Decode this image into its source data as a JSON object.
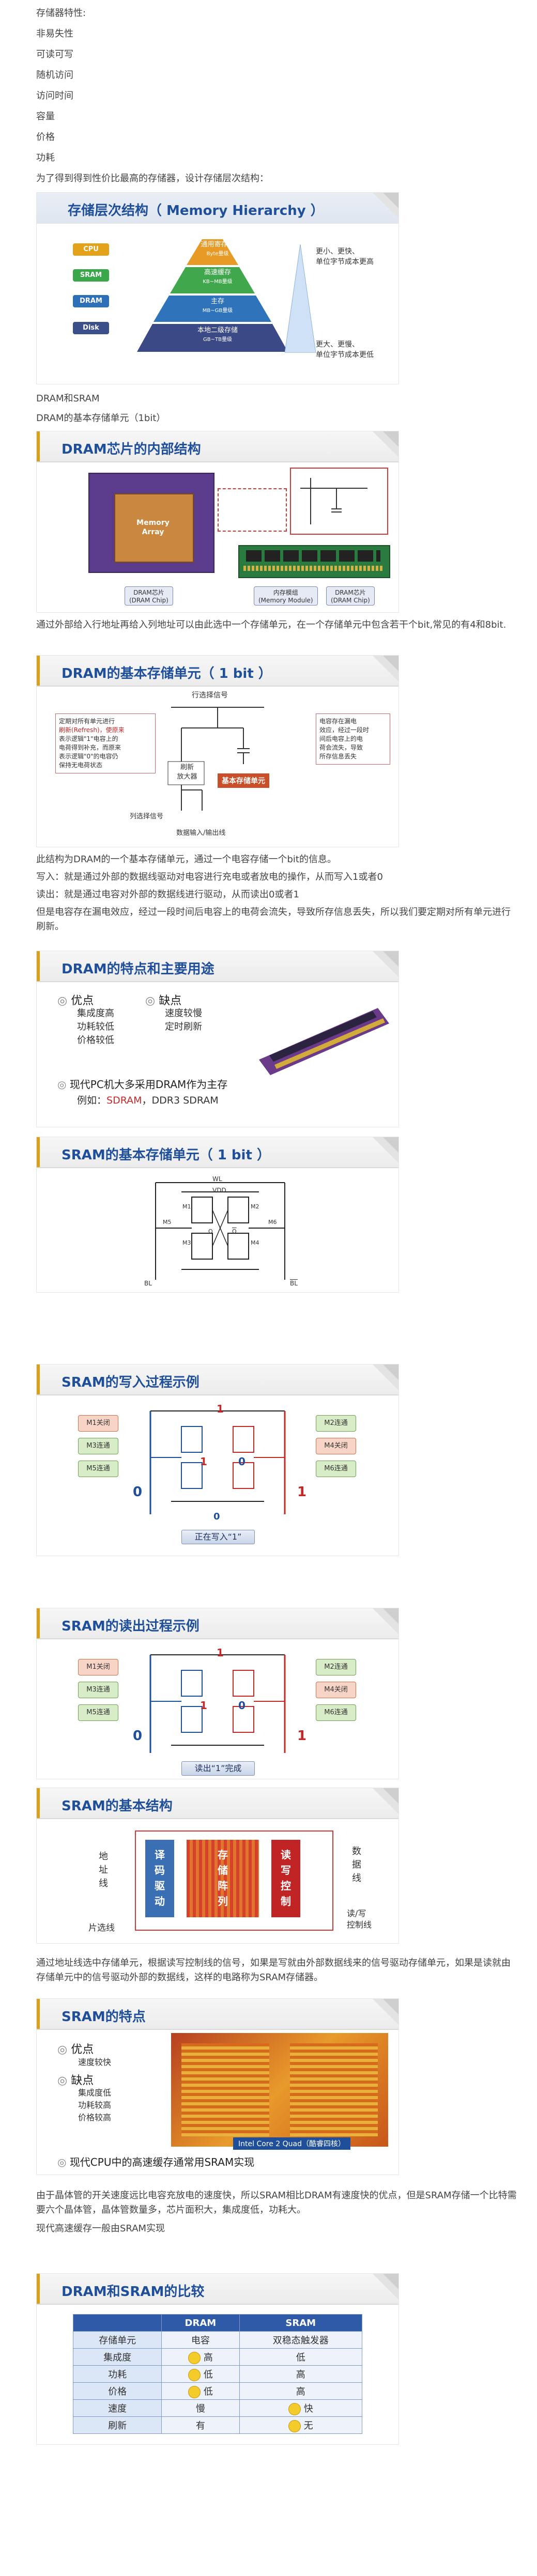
{
  "intro": {
    "lines": [
      "存储器特性:",
      "非易失性",
      "可读可写",
      "随机访问",
      "访问时间",
      "容量",
      "价格",
      "功耗",
      "为了得到得到性价比最高的存储器，设计存储层次结构："
    ]
  },
  "slide_hierarchy": {
    "title": "存储层次结构（ Memory Hierarchy ）",
    "chips": [
      "CPU",
      "SRAM",
      "DRAM",
      "Disk"
    ],
    "levels": [
      {
        "name": "通用寄存器",
        "unit": "Byte量级"
      },
      {
        "name": "高速缓存",
        "unit": "KB~MB量级"
      },
      {
        "name": "主存",
        "unit": "MB~GB量级"
      },
      {
        "name": "本地二级存储",
        "unit": "GB~TB量级"
      }
    ],
    "top_note": [
      "更小、更快、",
      "单位字节成本更高"
    ],
    "bottom_note": [
      "更大、更慢、",
      "单位字节成本更低"
    ]
  },
  "text_after_hierarchy": [
    "DRAM和SRAM",
    "DRAM的基本存储单元（1bit）"
  ],
  "slide_dram_internal": {
    "title": "DRAM芯片的内部结构",
    "array_label": [
      "Memory",
      "Array"
    ],
    "labels": [
      "DRAM芯片\n(DRAM Chip)",
      "内存模组\n(Memory Module)",
      "DRAM芯片\n(DRAM Chip)"
    ]
  },
  "para_dram_structure": "通过外部给入行地址再给入列地址可以由此选中一个存储单元，在一个存储单元中包含若干个bit,常见的有4和8bit.",
  "slide_dram_cell": {
    "title": "DRAM的基本存储单元（ 1 bit ）",
    "row_signal": "行选择信号",
    "col_signal": "列选择信号",
    "io": "数据输入/输出线",
    "refresh_amp": [
      "刷新",
      "放大器"
    ],
    "cell_tag": "基本存储单元",
    "left_note": [
      "定期对所有单元进行",
      "刷新(Refresh)，使原来",
      "表示逻辑\"1\"电容上的",
      "电荷得到补充，而原来",
      "表示逻辑\"0\"的电容仍",
      "保持无电荷状态"
    ],
    "right_note": [
      "电容存在漏电",
      "效应，经过一段时",
      "间后电容上的电",
      "荷会流失，导致",
      "所存信息丢失"
    ]
  },
  "para_dram_cell": [
    "此结构为DRAM的一个基本存储单元，通过一个电容存储一个bit的信息。",
    "写入：就是通过外部的数据线驱动对电容进行充电或者放电的操作，从而写入1或者0",
    "读出：就是通过电容对外部的数据线进行驱动，从而读出0或者1",
    "但是电容存在漏电效应，经过一段时间后电容上的电荷会流失，导致所存信息丢失，所以我们要定期对所有单元进行刷新。"
  ],
  "slide_dram_use": {
    "title": "DRAM的特点和主要用途",
    "pros_title": "优点",
    "pros": [
      "集成度高",
      "功耗较低",
      "价格较低"
    ],
    "cons_title": "缺点",
    "cons": [
      "速度较慢",
      "定时刷新"
    ],
    "main_line": "现代PC机大多采用DRAM作为主存",
    "example_prefix": "例如：",
    "examples": [
      "SDRAM",
      "DDR3 SDRAM"
    ],
    "example_sep": "，"
  },
  "slide_sram_cell": {
    "title": "SRAM的基本存储单元（ 1 bit ）",
    "labels": {
      "wl": "WL",
      "vdd": "VDD",
      "bl": "BL",
      "blb": "BL",
      "m": [
        "M1",
        "M2",
        "M3",
        "M4",
        "M5",
        "M6"
      ],
      "q": "Q",
      "qb": "Q"
    }
  },
  "slide_sram_write": {
    "title": "SRAM的写入过程示例",
    "controls_left": [
      "M1关闭",
      "M3连通",
      "M5连通"
    ],
    "controls_right": [
      "M2连通",
      "M4关闭",
      "M6连通"
    ],
    "bits": {
      "wl": "1",
      "left": "0",
      "right": "1",
      "q": "1",
      "qb": "0",
      "bottom": "0"
    },
    "status": "正在写入“1”"
  },
  "slide_sram_read": {
    "title": "SRAM的读出过程示例",
    "controls_left": [
      "M1关闭",
      "M3连通",
      "M5连通"
    ],
    "controls_right": [
      "M2连通",
      "M4关闭",
      "M6连通"
    ],
    "bits": {
      "wl": "1",
      "left": "0",
      "right": "1",
      "q": "1",
      "qb": "0"
    },
    "status": "读出“1”完成"
  },
  "slide_sram_struct": {
    "title": "SRAM的基本结构",
    "addr": [
      "地",
      "址",
      "线"
    ],
    "decoder": [
      "译",
      "码",
      "驱",
      "动"
    ],
    "array": [
      "存",
      "储",
      "阵",
      "列"
    ],
    "rw": [
      "读",
      "写",
      "控",
      "制"
    ],
    "data": [
      "数",
      "据",
      "线"
    ],
    "cs": "片选线",
    "rwc": [
      "读/写",
      "控制线"
    ]
  },
  "para_sram_struct": "通过地址线选中存储单元，根据读写控制线的信号，如果是写就由外部数据线来的信号驱动存储单元，如果是读就由存储单元中的信号驱动外部的数据线，这样的电路称为SRAM存储器。",
  "slide_sram_feat": {
    "title": "SRAM的特点",
    "pros_title": "优点",
    "pros": [
      "速度较快"
    ],
    "cons_title": "缺点",
    "cons": [
      "集成度低",
      "功耗较高",
      "价格较高"
    ],
    "cpu_caption": "Intel Core 2 Quad（酷睿四核）",
    "main_line": "现代CPU中的高速缓存通常用SRAM实现"
  },
  "para_sram_feat": [
    "由于晶体管的开关速度远比电容充放电的速度快，所以SRAM相比DRAM有速度快的优点，但是SRAM存储一个比特需要六个晶体管，晶体管数量多，芯片面积大，集成度低，功耗大。",
    "现代高速缓存一般由SRAM实现"
  ],
  "slide_compare": {
    "title": "DRAM和SRAM的比较",
    "headers": [
      "",
      "DRAM",
      "SRAM"
    ],
    "rows": [
      [
        "存储单元",
        "电容",
        "双稳态触发器"
      ],
      [
        "集成度",
        "高",
        "低"
      ],
      [
        "功耗",
        "低",
        "高"
      ],
      [
        "价格",
        "低",
        "高"
      ],
      [
        "速度",
        "慢",
        "快"
      ],
      [
        "刷新",
        "有",
        "无"
      ]
    ],
    "dram_smile_rows": [
      1,
      2,
      3
    ],
    "sram_smile_rows": [
      4,
      5
    ]
  },
  "colors": {
    "title": "#1f4f9a",
    "accent": "#d7a21a",
    "red": "#c62828",
    "pink": "#c0336a"
  }
}
